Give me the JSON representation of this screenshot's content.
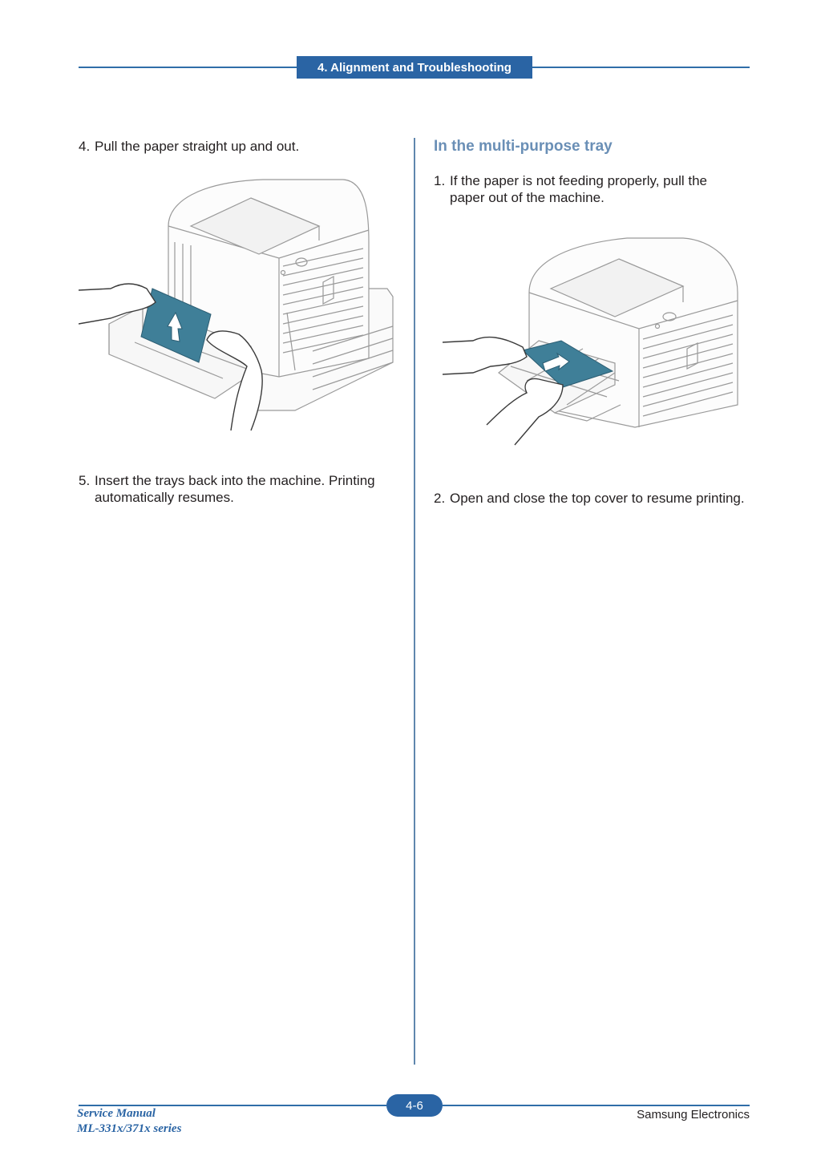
{
  "header": {
    "title": "4. Alignment and Troubleshooting"
  },
  "left_column": {
    "step4": {
      "number": "4.",
      "text": "Pull the paper straight up and out."
    },
    "step5": {
      "number": "5.",
      "text": "Insert the trays back into the machine. Printing automatically resumes."
    }
  },
  "right_column": {
    "section_title": "In the multi-purpose tray",
    "step1": {
      "number": "1.",
      "text": "If the paper is not feeding properly, pull the paper out of the machine."
    },
    "step2": {
      "number": "2.",
      "text": "Open and close the top cover to resume printing."
    }
  },
  "illustrations": {
    "paper_color": "#3f7f98",
    "left_icon": "printer-tray-paper-jam-illustration",
    "right_icon": "printer-mp-tray-paper-jam-illustration"
  },
  "footer": {
    "manual_title": "Service Manual",
    "model_series": "ML-331x/371x series",
    "page_number": "4-6",
    "company": "Samsung Electronics"
  }
}
